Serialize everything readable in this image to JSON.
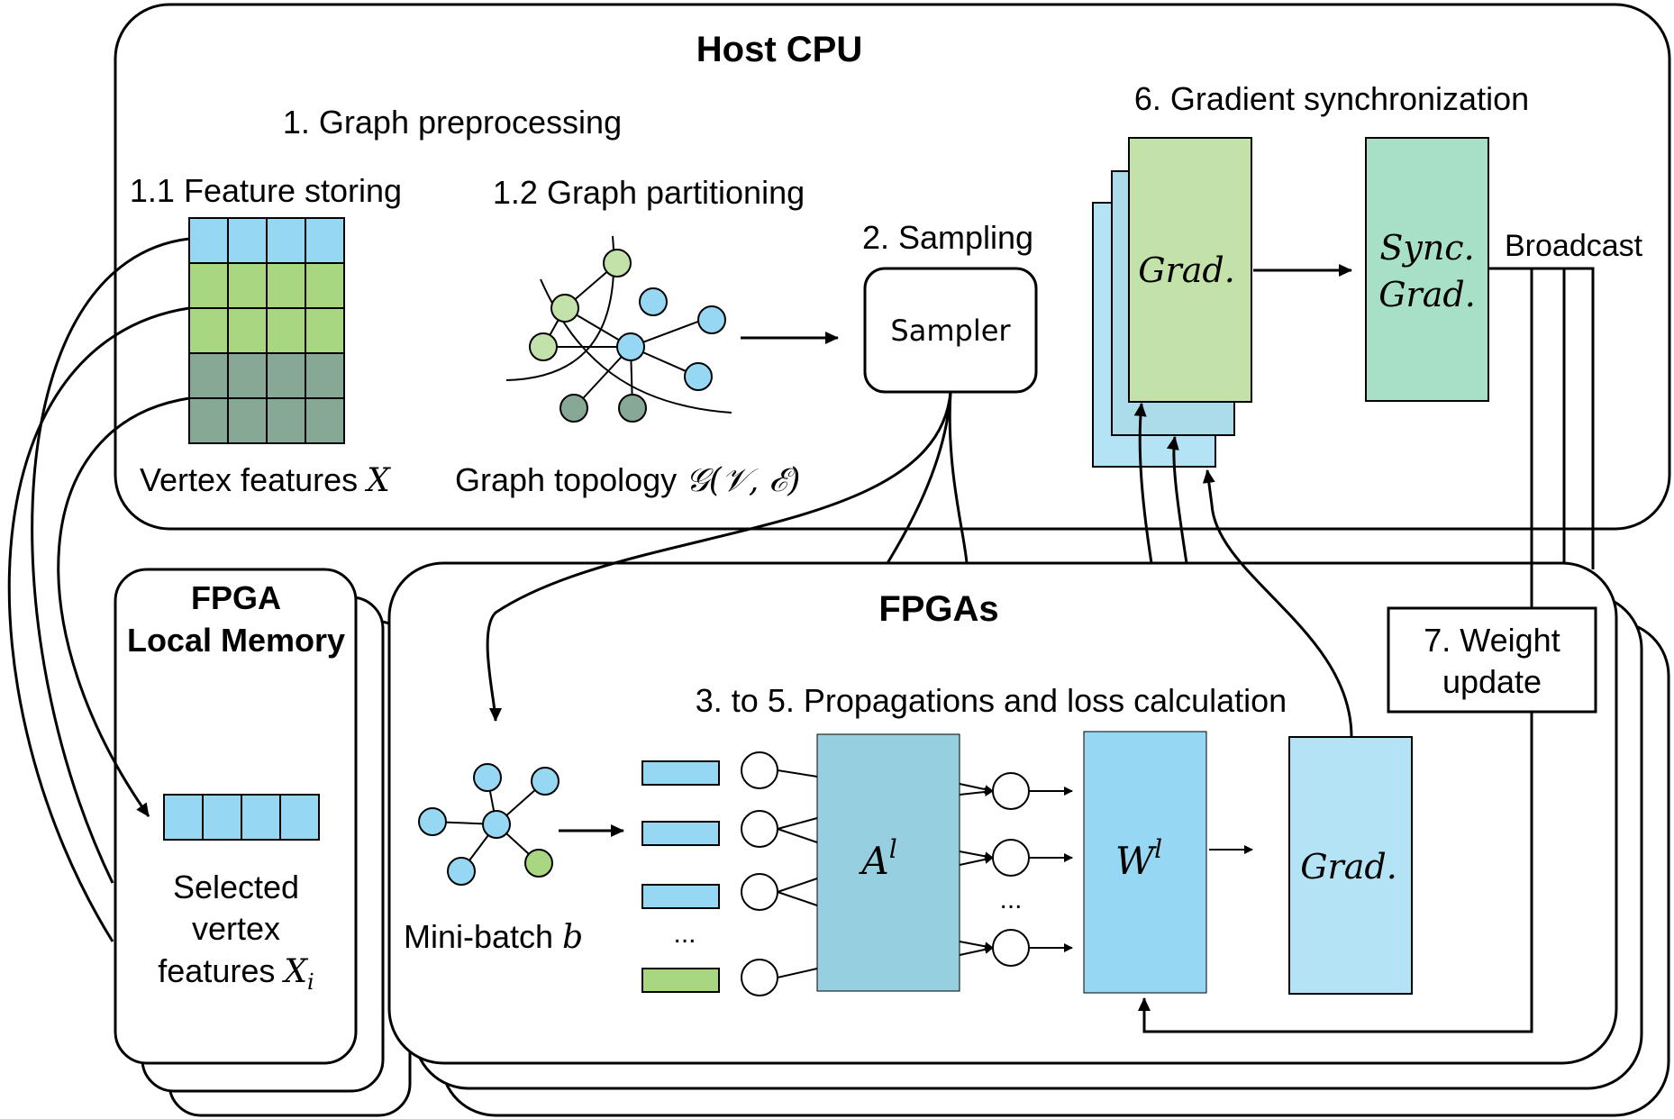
{
  "host": {
    "title": "Host CPU",
    "step1_title": "1. Graph preprocessing",
    "step1_1": "1.1 Feature storing",
    "step1_2": "1.2 Graph partitioning",
    "vertex_features": "Vertex features ",
    "vertex_features_sym": "X",
    "graph_topology": "Graph topology ",
    "graph_topology_sym": "𝒢(𝒱, ℰ)",
    "step2": "2. Sampling",
    "sampler": "Sampler",
    "step6": "6. Gradient synchronization",
    "grad": "Grad.",
    "sync_line1": "Sync.",
    "sync_line2": "Grad.",
    "broadcast": "Broadcast"
  },
  "local_memory": {
    "title_line1": "FPGA",
    "title_line2": "Local Memory",
    "selected_line1": "Selected",
    "selected_line2": "vertex",
    "selected_line3": "features ",
    "selected_sym": "X",
    "selected_sub": "i"
  },
  "fpgas": {
    "title": "FPGAs",
    "step3_5": "3. to 5. Propagations and loss calculation",
    "minibatch": "Mini-batch ",
    "minibatch_sym": "b",
    "ellipsis_left": "...",
    "ellipsis_mid": "...",
    "a_sym": "A",
    "a_sup": "l",
    "w_sym": "W",
    "w_sup": "l",
    "grad": "Grad.",
    "step7_line1": "7. Weight",
    "step7_line2": "update"
  },
  "colors": {
    "blue": "#96d7f3",
    "green_light": "#a9d681",
    "green_dark": "#87a894",
    "grad_green": "#c3e2aa",
    "grad_blue": "#acdce9",
    "sync": "#a7e0c6",
    "a_box": "#96cfe0",
    "w_box": "#96d7f3",
    "grad_fpga": "#b5e3f6"
  }
}
